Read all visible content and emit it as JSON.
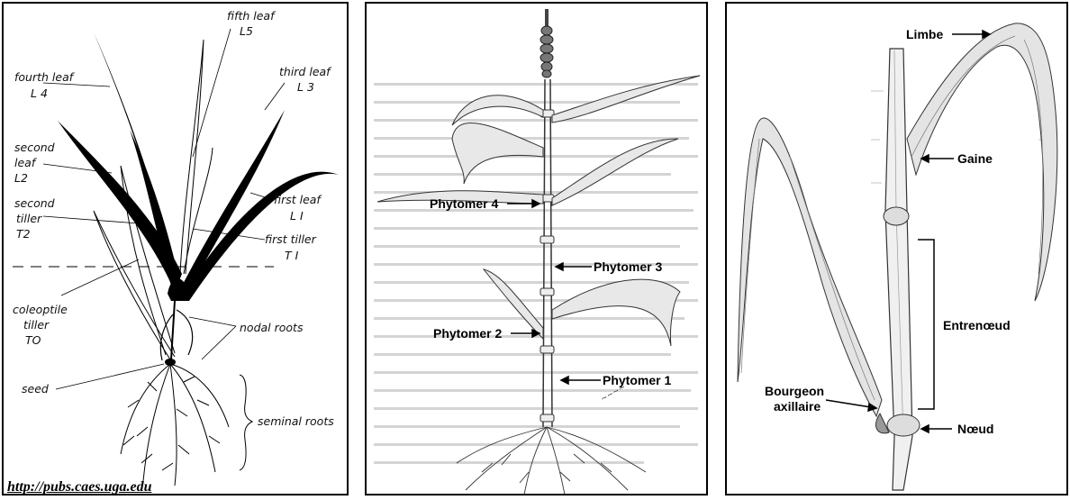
{
  "panel1": {
    "labels": {
      "fifth_leaf_1": "fifth leaf",
      "fifth_leaf_2": "L5",
      "third_leaf_1": "third leaf",
      "third_leaf_2": "L 3",
      "fourth_leaf_1": "fourth leaf",
      "fourth_leaf_2": "L 4",
      "second_leaf_1": "second",
      "second_leaf_2": "leaf",
      "second_leaf_3": "L2",
      "second_tiller_1": "second",
      "second_tiller_2": "tiller",
      "second_tiller_3": "T2",
      "first_leaf_1": "first leaf",
      "first_leaf_2": "L I",
      "first_tiller_1": "first tiller",
      "first_tiller_2": "T I",
      "coleoptile_1": "coleoptile",
      "coleoptile_2": "tiller",
      "coleoptile_3": "TO",
      "nodal_roots": "nodal roots",
      "seed": "seed",
      "seminal_roots": "seminal roots"
    },
    "url": "http://pubs.caes.uga.edu"
  },
  "panel2": {
    "labels": {
      "phytomer4": "Phytomer 4",
      "phytomer3": "Phytomer 3",
      "phytomer2": "Phytomer 2",
      "phytomer1": "Phytomer 1"
    }
  },
  "panel3": {
    "labels": {
      "limbe": "Limbe",
      "gaine": "Gaine",
      "entrenoeud": "Entrenœud",
      "bourgeon_1": "Bourgeon",
      "bourgeon_2": "axillaire",
      "noeud": "Nœud"
    }
  }
}
